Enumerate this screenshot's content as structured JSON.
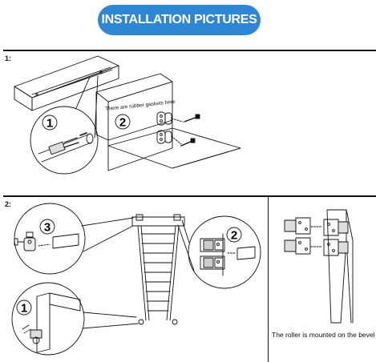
{
  "banner": {
    "title": "INSTALLATION PICTURES",
    "color": "#2f86d3"
  },
  "section1": {
    "label": "1:",
    "note": "There are rubber gaskets here",
    "callouts": [
      "1",
      "2"
    ]
  },
  "section2": {
    "label": "2:",
    "callouts": [
      "3",
      "2",
      "1"
    ],
    "caption": "The roller is mounted on the bevel"
  }
}
